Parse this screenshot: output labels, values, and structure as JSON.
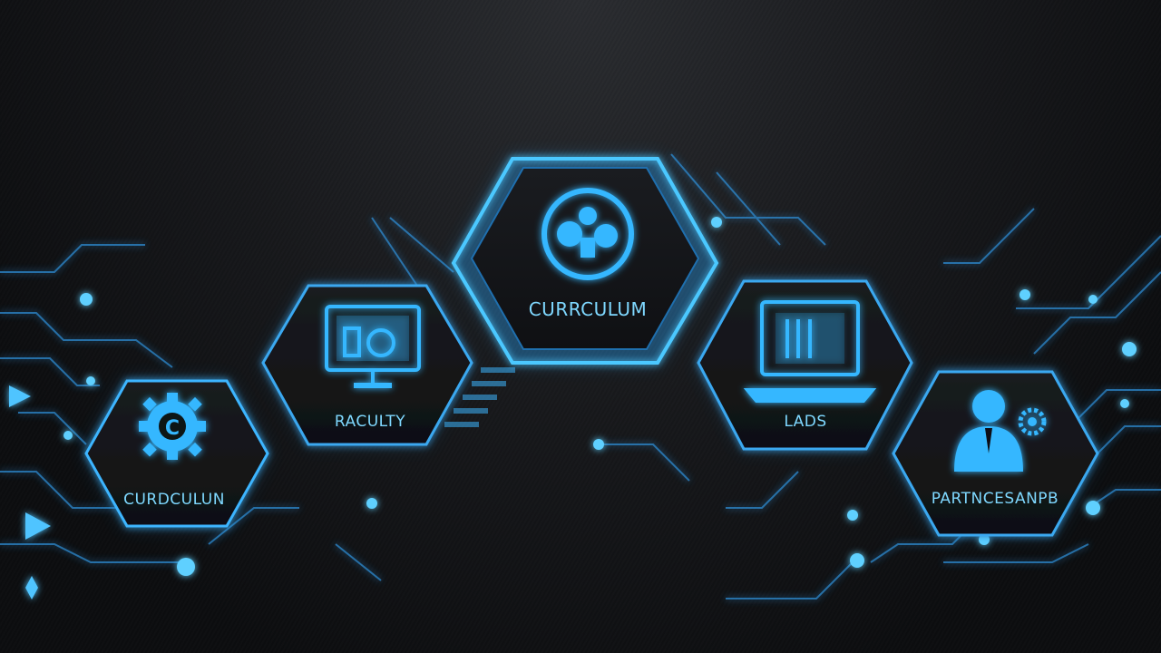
{
  "background": {
    "base_color": "#111214",
    "accent_color": "#2aa8ff",
    "glow_color": "#5fd0ff"
  },
  "tiles": [
    {
      "key": "curriculum-center",
      "label": "CURRCULUM",
      "icon": "microscope-circle-icon"
    },
    {
      "key": "faculty",
      "label": "RACULTY",
      "icon": "monitor-icon"
    },
    {
      "key": "labs",
      "label": "LADS",
      "icon": "laptop-icon"
    },
    {
      "key": "curriculum-left",
      "label": "CURDCULUN",
      "icon": "gear-icon"
    },
    {
      "key": "partnerships",
      "label": "PARTNCESANPB",
      "icon": "person-gear-icon"
    }
  ]
}
